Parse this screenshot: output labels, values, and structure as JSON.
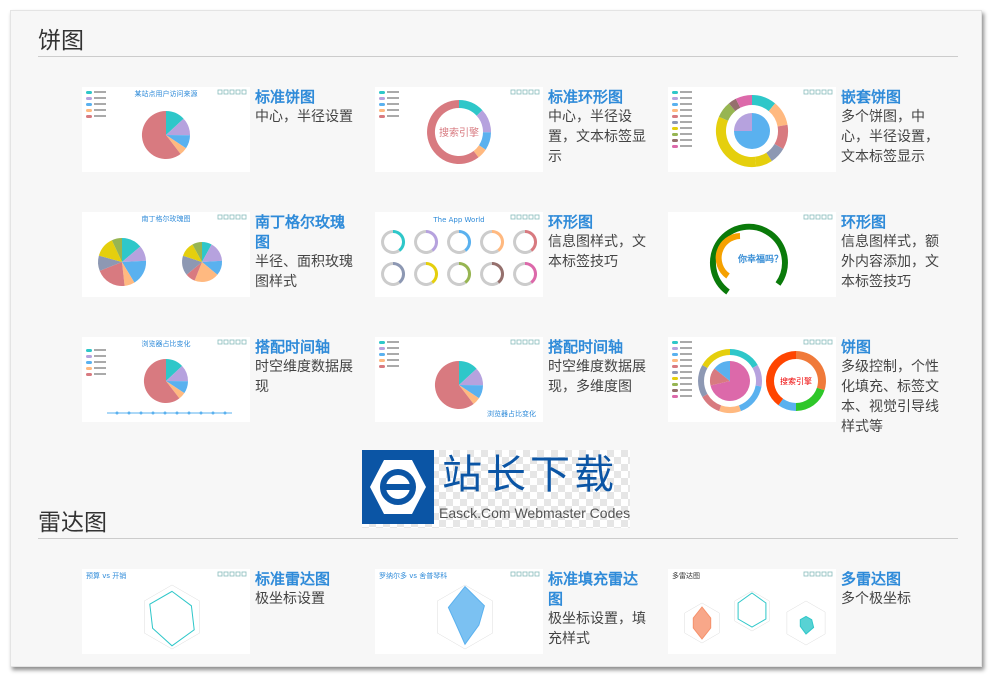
{
  "sections": [
    {
      "title": "饼图",
      "cards": [
        {
          "title": "标准饼图",
          "desc": "中心，半径设置",
          "thumb": "pie",
          "thumb_title": "某站点用户访问来源"
        },
        {
          "title": "标准环形图",
          "desc": "中心，半径设置，文本标签显示",
          "thumb": "donut",
          "thumb_title": "搜索引擎"
        },
        {
          "title": "嵌套饼图",
          "desc": "多个饼图，中心，半径设置，文本标签显示",
          "thumb": "nested",
          "thumb_title": ""
        },
        {
          "title": "南丁格尔玫瑰图",
          "desc": "半径、面积玫瑰图样式",
          "thumb": "rose",
          "thumb_title": "南丁格尔玫瑰图"
        },
        {
          "title": "环形图",
          "desc": "信息图样式，文本标签技巧",
          "thumb": "rings",
          "thumb_title": "The App World"
        },
        {
          "title": "环形图",
          "desc": "信息图样式，额外内容添加，文本标签技巧",
          "thumb": "happy",
          "thumb_title": "你幸福吗？"
        },
        {
          "title": "搭配时间轴",
          "desc": "时空维度数据展现",
          "thumb": "timeline",
          "thumb_title": "浏览器占比变化"
        },
        {
          "title": "搭配时间轴",
          "desc": "时空维度数据展现，多维度图",
          "thumb": "pie",
          "thumb_title": "浏览器占比变化"
        },
        {
          "title": "饼图",
          "desc": "多级控制，个性化填充、标签文本、视觉引导线样式等",
          "thumb": "multi",
          "thumb_title": "搜索引擎"
        }
      ]
    },
    {
      "title": "雷达图",
      "cards": [
        {
          "title": "标准雷达图",
          "desc": "极坐标设置",
          "thumb": "radar",
          "thumb_title": "预算 vs 开销"
        },
        {
          "title": "标准填充雷达图",
          "desc": "极坐标设置，填充样式",
          "thumb": "radarfill",
          "thumb_title": "罗纳尔多 vs 舍普琴科"
        },
        {
          "title": "多雷达图",
          "desc": "多个极坐标",
          "thumb": "multiradar",
          "thumb_title": "多雷达图"
        }
      ]
    }
  ],
  "watermark": {
    "cn": "站长下载",
    "en": "Easck.Com Webmaster Codes"
  },
  "colors": {
    "accent": "#2f8bd9",
    "palette": [
      "#2ec7c9",
      "#b6a2de",
      "#5ab1ef",
      "#ffb980",
      "#d87a80",
      "#8d98b3",
      "#e5cf0d",
      "#97b552",
      "#95706d",
      "#dc69aa"
    ]
  }
}
